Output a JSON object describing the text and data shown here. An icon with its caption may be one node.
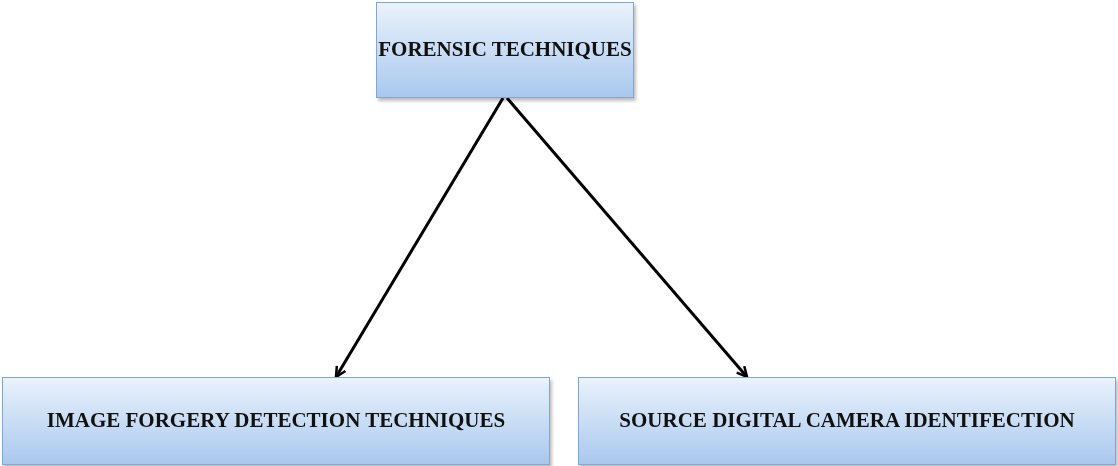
{
  "diagram": {
    "nodes": [
      {
        "text": [
          "FORENSIC TECHNIQUES"
        ]
      },
      {
        "text": [
          "IMAGE FORGERY DETECTION TECHNIQUES"
        ]
      },
      {
        "text": [
          "SOURCE DIGITAL CAMERA IDENTIFECTION"
        ]
      }
    ],
    "edges": [
      {
        "from": 0,
        "to": 1,
        "arrow": "to"
      },
      {
        "from": 0,
        "to": 2,
        "arrow": "to"
      }
    ]
  }
}
